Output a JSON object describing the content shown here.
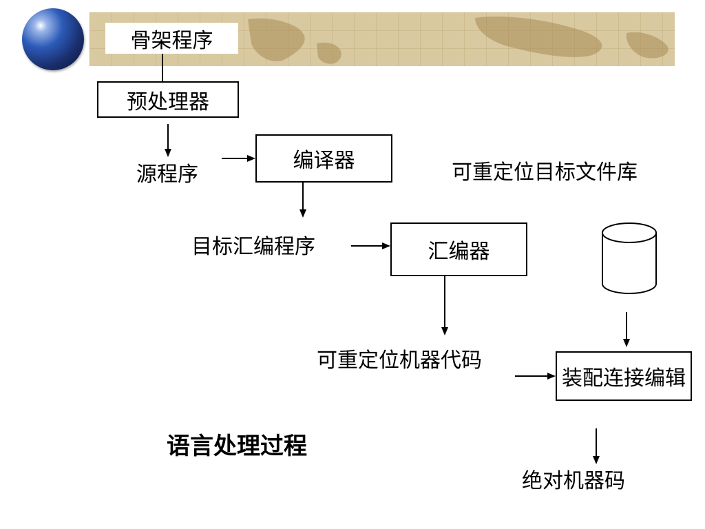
{
  "slide": {
    "title": "骨架程序",
    "subtitle": "语言处理过程"
  },
  "boxes": {
    "preprocessor": "预处理器",
    "compiler": "编译器",
    "assembler": "汇编器",
    "linker_loader": "装配连接编辑"
  },
  "labels": {
    "source_program": "源程序",
    "target_assembly": "目标汇编程序",
    "relocatable_code": "可重定位机器代码",
    "object_library": "可重定位目标文件库",
    "absolute_code": "绝对机器码"
  },
  "colors": {
    "banner": "#d9c9a0",
    "banner_grid": "#c4ad7c",
    "continents": "#a88a55",
    "globe": "#2c5bb8"
  }
}
